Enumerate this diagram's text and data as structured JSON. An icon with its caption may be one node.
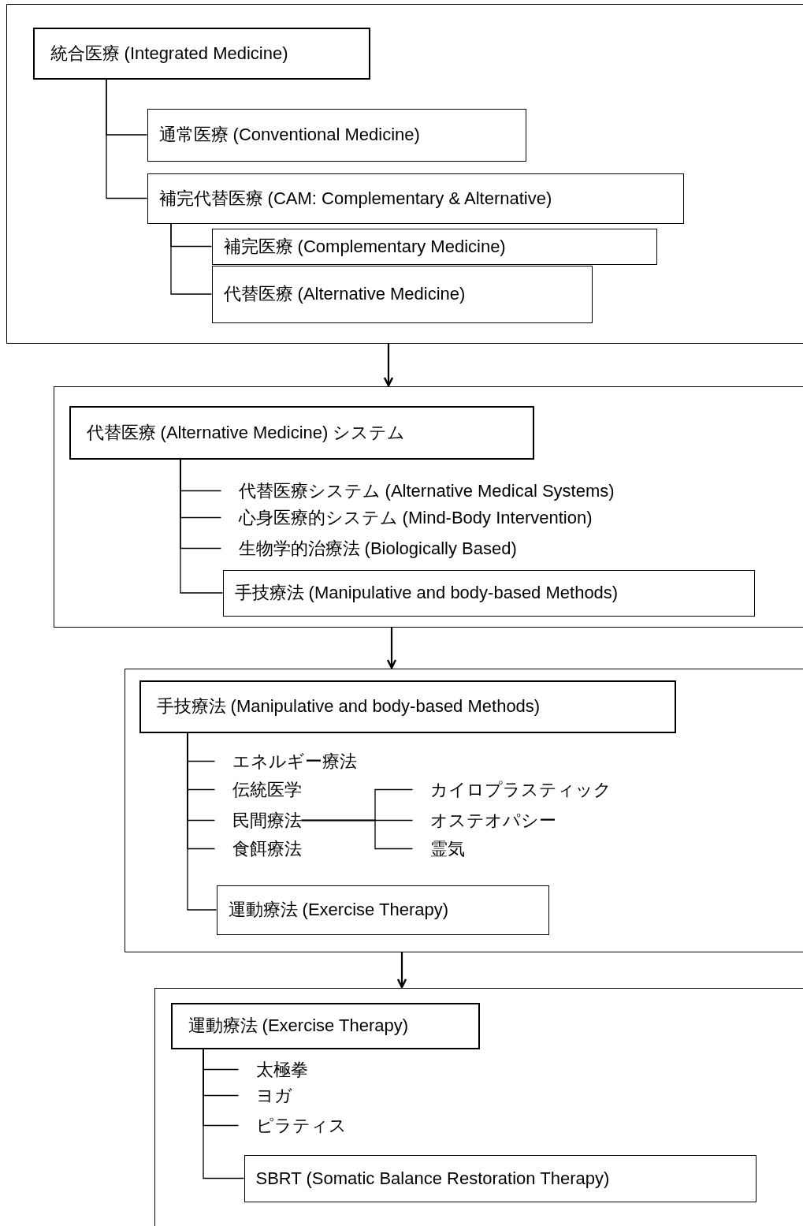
{
  "diagram": {
    "nodes": [
      {
        "text": [],
        "shape": "box"
      },
      {
        "text": [
          "統合医療 (Integrated Medicine)"
        ],
        "in": 0
      },
      {
        "text": [
          "通常医療 (Conventional Medicine)"
        ],
        "in": 0
      },
      {
        "text": [
          "補完代替医療 (CAM: Complementary & Alternative)"
        ],
        "in": 0
      },
      {
        "text": [
          "補完医療 (Complementary Medicine)"
        ],
        "in": 0
      },
      {
        "text": [
          "代替医療 (Alternative Medicine)"
        ],
        "in": 0
      },
      {
        "text": [],
        "shape": "box"
      },
      {
        "text": [
          "代替医療 (Alternative Medicine) システム"
        ],
        "in": 6
      },
      {
        "text": [
          "代替医療システム (Alternative Medical Systems)"
        ],
        "in": 6
      },
      {
        "text": [
          "心身医療的システム (Mind-Body Intervention)"
        ],
        "in": 6
      },
      {
        "text": [
          "生物学的治療法 (Biologically Based)"
        ],
        "in": 6
      },
      {
        "text": [
          "手技療法 (Manipulative and body-based Methods)"
        ],
        "in": 6
      },
      {
        "text": [],
        "shape": "box"
      },
      {
        "text": [
          "手技療法 (Manipulative and body-based Methods)"
        ],
        "in": 12
      },
      {
        "text": [
          "エネルギー療法"
        ],
        "in": 12
      },
      {
        "text": [
          "伝統医学"
        ],
        "in": 12
      },
      {
        "text": [
          "民間療法"
        ],
        "in": 12
      },
      {
        "text": [
          "食餌療法"
        ],
        "in": 12
      },
      {
        "text": [
          "カイロプラスティック"
        ],
        "in": 12
      },
      {
        "text": [
          "オステオパシー"
        ],
        "in": 12
      },
      {
        "text": [
          "霊気"
        ],
        "in": 12
      },
      {
        "text": [
          "運動療法 (Exercise Therapy)"
        ],
        "in": 12
      },
      {
        "text": [],
        "shape": "box"
      },
      {
        "text": [
          "運動療法 (Exercise Therapy)"
        ],
        "in": 22
      },
      {
        "text": [
          "太極拳"
        ],
        "in": 22
      },
      {
        "text": [
          "ヨガ"
        ],
        "in": 22
      },
      {
        "text": [
          "ピラティス"
        ],
        "in": 22
      },
      {
        "text": [
          "SBRT (Somatic Balance Restoration Therapy)"
        ],
        "in": 22
      }
    ],
    "edges": [
      {
        "from": 1,
        "to": 2,
        "arrow": "none"
      },
      {
        "from": 1,
        "to": 3,
        "arrow": "none"
      },
      {
        "from": 3,
        "to": 4,
        "arrow": "none"
      },
      {
        "from": 3,
        "to": 5,
        "arrow": "none"
      },
      {
        "from": 0,
        "to": 6,
        "arrow": "to"
      },
      {
        "from": 7,
        "to": 8,
        "arrow": "none"
      },
      {
        "from": 7,
        "to": 9,
        "arrow": "none"
      },
      {
        "from": 7,
        "to": 10,
        "arrow": "none"
      },
      {
        "from": 7,
        "to": 11,
        "arrow": "none"
      },
      {
        "from": 6,
        "to": 12,
        "arrow": "to"
      },
      {
        "from": 13,
        "to": 14,
        "arrow": "none"
      },
      {
        "from": 13,
        "to": 15,
        "arrow": "none"
      },
      {
        "from": 13,
        "to": 16,
        "arrow": "none"
      },
      {
        "from": 13,
        "to": 17,
        "arrow": "none"
      },
      {
        "from": 13,
        "to": 21,
        "arrow": "none"
      },
      {
        "from": 16,
        "to": 18,
        "arrow": "none"
      },
      {
        "from": 16,
        "to": 19,
        "arrow": "none"
      },
      {
        "from": 16,
        "to": 20,
        "arrow": "none"
      },
      {
        "from": 12,
        "to": 22,
        "arrow": "to"
      },
      {
        "from": 23,
        "to": 24,
        "arrow": "none"
      },
      {
        "from": 23,
        "to": 25,
        "arrow": "none"
      },
      {
        "from": 23,
        "to": 26,
        "arrow": "none"
      },
      {
        "from": 23,
        "to": 27,
        "arrow": "none"
      }
    ]
  }
}
